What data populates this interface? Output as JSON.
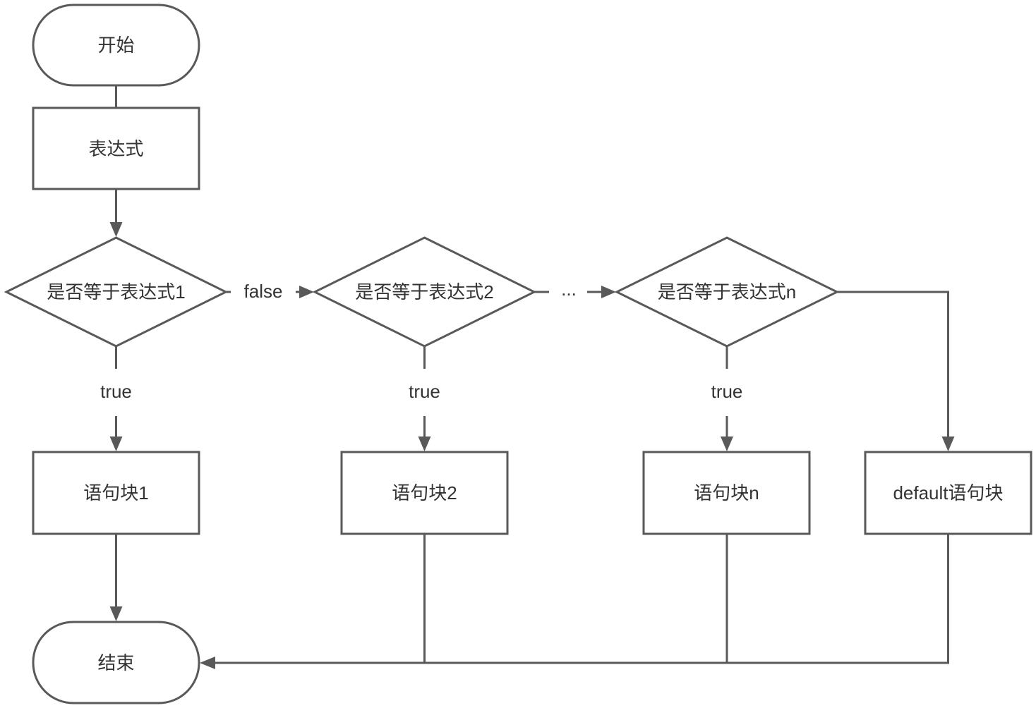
{
  "nodes": {
    "start": "开始",
    "expression": "表达式",
    "decision_1": "是否等于表达式1",
    "decision_2": "是否等于表达式2",
    "decision_n": "是否等于表达式n",
    "block_1": "语句块1",
    "block_2": "语句块2",
    "block_n": "语句块n",
    "block_default": "default语句块",
    "end": "结束"
  },
  "edge_labels": {
    "false_1": "false",
    "ellipsis": "...",
    "true_1": "true",
    "true_2": "true",
    "true_n": "true"
  },
  "colors": {
    "stroke": "#595959",
    "text": "#333333",
    "background": "#ffffff"
  }
}
